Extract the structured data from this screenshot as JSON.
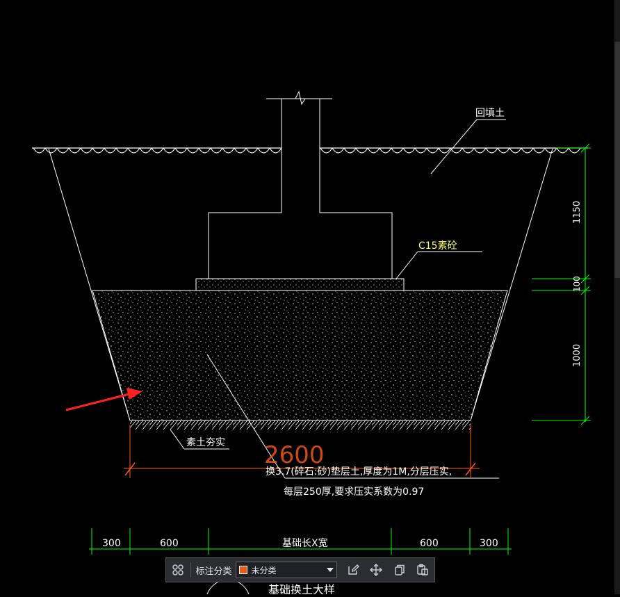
{
  "drawing": {
    "label_backfill": "回填土",
    "label_c15": "C15素砼",
    "label_compacted": "素土夯实",
    "dim_total": "2600",
    "note_line1": "换3.7(碎石:砂)垫层土,厚度为1M,分层压实,",
    "note_line2": "每层250厚,要求压实系数为0.97",
    "dim_right_top": "1150",
    "dim_right_mid": "100",
    "dim_right_bottom": "1000",
    "dim_bottom_1": "300",
    "dim_bottom_2": "600",
    "dim_bottom_3": "基础长X宽",
    "dim_bottom_4": "600",
    "dim_bottom_5": "300",
    "title": "基础换土大样"
  },
  "colors": {
    "line": "#ffffff",
    "dimension": "#00ff00",
    "annotation_red": "#ff5a1a",
    "c15_text": "#ffff66",
    "arrow": "#ff2020",
    "swatch": "#e8591a"
  },
  "toolbar": {
    "icon_grid": "grid-icon",
    "category_label": "标注分类",
    "category_value": "未分类",
    "icon_edit": "edit-icon",
    "icon_move": "move-icon",
    "icon_copy": "copy-icon",
    "icon_paste": "paste-icon"
  }
}
